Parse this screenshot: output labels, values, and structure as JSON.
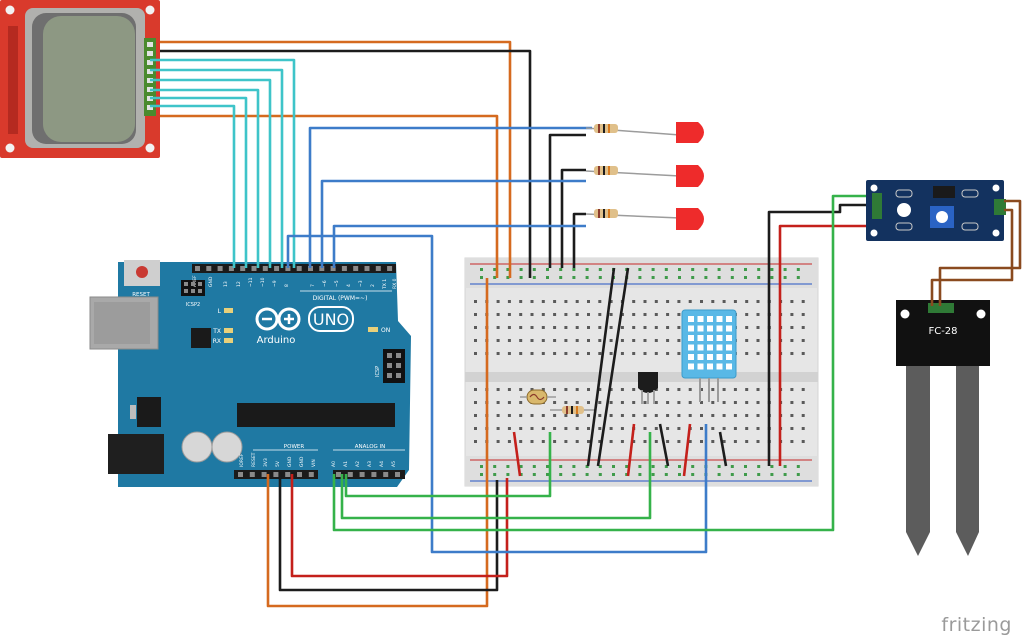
{
  "arduino": {
    "logo": "UNO",
    "brand": "Arduino",
    "reset": "RESET",
    "icsp2": "ICSP2",
    "icsp": "ICSP",
    "aref": "AREF",
    "gnd": "GND",
    "digital": "DIGITAL (PWM=~)",
    "pin_13": "13",
    "pin_12": "12",
    "pin_11": "~11",
    "pin_10": "~10",
    "pin_9": "~9",
    "pin_8": "8",
    "pin_7": "7",
    "pin_6": "~6",
    "pin_5": "~5",
    "pin_4": "4",
    "pin_3": "~3",
    "pin_2": "2",
    "pin_1": "TX 1",
    "pin_0": "RX 0",
    "led_l": "L",
    "led_tx": "TX",
    "led_rx": "RX",
    "on": "ON",
    "power": "POWER",
    "analog_in": "ANALOG IN",
    "ioref": "IOREF",
    "p_reset": "RESET",
    "p_3v3": "3V3",
    "p_5v": "5V",
    "p_gnd1": "GND",
    "p_gnd2": "GND",
    "p_vin": "VIN",
    "a0": "A0",
    "a1": "A1",
    "a2": "A2",
    "a3": "A3",
    "a4": "A4",
    "a5": "A5"
  },
  "sensor_module": {
    "label": "FC-28"
  },
  "brand": "fritzing",
  "colors": {
    "wire_orange": "#d56a1f",
    "wire_black": "#1c1c1c",
    "wire_cyan": "#3ec4c9",
    "wire_blue": "#3d7cc9",
    "wire_red": "#c4201b",
    "wire_green": "#35b24a",
    "arduino": "#1f79a3",
    "lcd_board": "#d93a2c",
    "lcd_screen": "#8d9883",
    "led": "#ee2b2b",
    "dht": "#59b8e6",
    "module": "#13325f",
    "probe": "#5c5c5c"
  }
}
